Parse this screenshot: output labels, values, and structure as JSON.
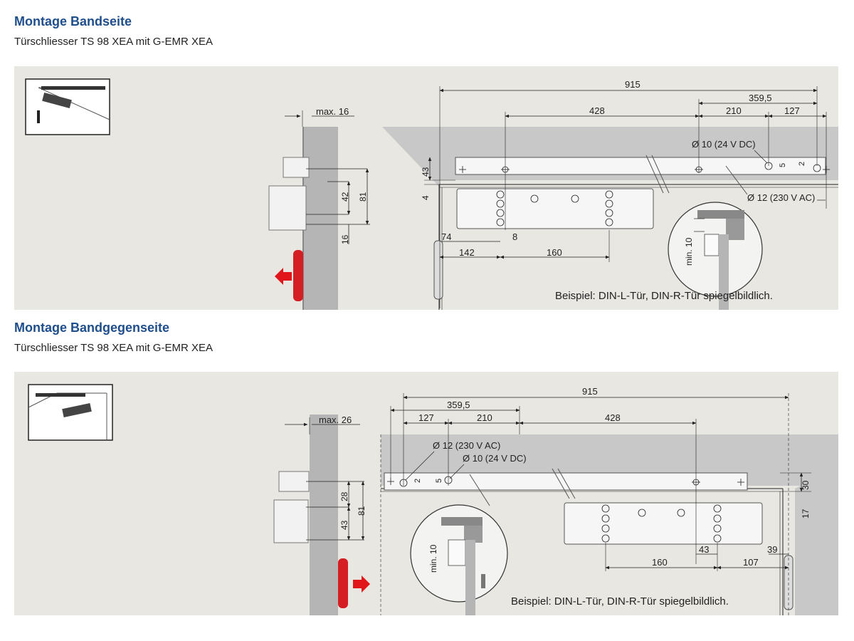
{
  "sections": [
    {
      "title": "Montage Bandseite",
      "subtitle": "Türschliesser TS 98 XEA mit G-EMR XEA",
      "dims": {
        "max": "max. 16",
        "d915": "915",
        "d359": "359,5",
        "d428": "428",
        "d210": "210",
        "d127": "127",
        "d43": "43",
        "d4": "4",
        "d42": "42",
        "d81": "81",
        "d16": "16",
        "d74": "74",
        "d8": "8",
        "d142": "142",
        "d160": "160",
        "d5": "5",
        "d2": "2",
        "min10": "min. 10"
      },
      "dc_label": "Ø 10 (24 V DC)",
      "ac_label": "Ø 12 (230 V AC)",
      "note": "Beispiel: DIN-L-Tür, DIN-R-Tür spiegelbildlich."
    },
    {
      "title": "Montage Bandgegenseite",
      "subtitle": "Türschliesser TS 98 XEA mit G-EMR XEA",
      "dims": {
        "max": "max. 26",
        "d915": "915",
        "d359": "359,5",
        "d127": "127",
        "d210": "210",
        "d428": "428",
        "d2": "2",
        "d5": "5",
        "d28": "28",
        "d81": "81",
        "d43": "43",
        "d30": "30",
        "d17": "17",
        "d43b": "43",
        "d39": "39",
        "d160": "160",
        "d107": "107",
        "min10": "min. 10"
      },
      "ac_label": "Ø 12 (230 V AC)",
      "dc_label": "Ø 10 (24 V DC)",
      "note": "Beispiel: DIN-L-Tür, DIN-R-Tür spiegelbildlich."
    }
  ],
  "colors": {
    "title": "#1f4e8c",
    "panel": "#e9e7e1",
    "wall": "#b5b5b5",
    "frame": "#c8c8c8",
    "arrow": "#e0161b",
    "hinge": "#d41e23"
  }
}
